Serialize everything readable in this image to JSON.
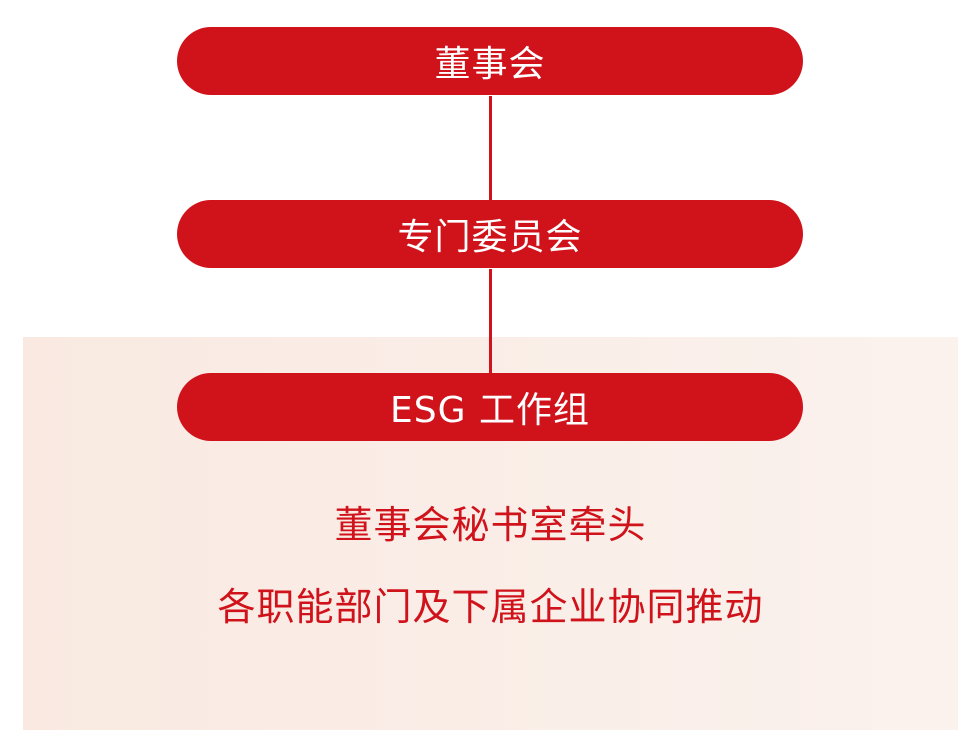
{
  "colors": {
    "primary_red": "#D0121B",
    "panel_background": "#FAECE5",
    "pill_text": "#FFFFFF"
  },
  "diagram": {
    "type": "organization-hierarchy",
    "nodes": [
      {
        "id": "board",
        "label": "董事会"
      },
      {
        "id": "committee",
        "label": "专门委员会"
      },
      {
        "id": "esg_group",
        "label": "ESG 工作组"
      }
    ],
    "edges": [
      {
        "from": "board",
        "to": "committee"
      },
      {
        "from": "committee",
        "to": "esg_group"
      }
    ],
    "description_lines": [
      "董事会秘书室牵头",
      "各职能部门及下属企业协同推动"
    ]
  }
}
